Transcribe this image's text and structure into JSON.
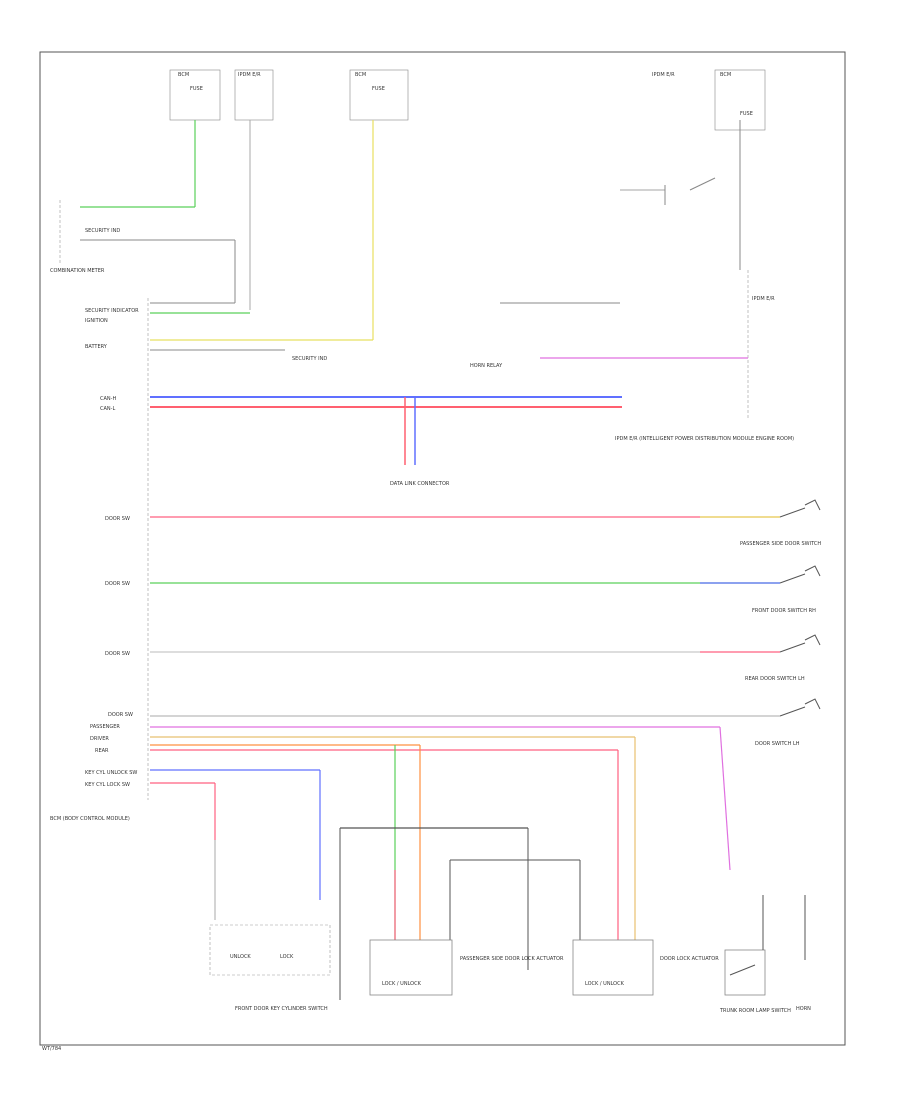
{
  "diagram": {
    "footer_code": "WT/784",
    "fuse_blocks": [
      {
        "top": "BCM",
        "sub": "FUSE"
      },
      {
        "top": "IPDM E/R",
        "sub": ""
      },
      {
        "top": "BCM",
        "sub": "FUSE"
      },
      {
        "top": "IPDM E/R",
        "sub": ""
      },
      {
        "top": "BCM",
        "sub": "FUSE"
      }
    ],
    "ecu": {
      "label": "BCM (BODY CONTROL MODULE)",
      "pins": [
        "SECURITY INDICATOR",
        "IGNITION",
        "BATTERY",
        "CAN-H",
        "CAN-L",
        "DOOR SW",
        "DOOR SW",
        "DOOR SW",
        "DOOR SW",
        "PASSENGER",
        "DRIVER",
        "REAR",
        "KEY CYL UNLOCK SW",
        "KEY CYL LOCK SW"
      ]
    },
    "connectors": {
      "security": "SECURITY IND",
      "combination_meter": "COMBINATION METER",
      "data_link": "DATA LINK CONNECTOR",
      "ipdm": "IPDM E/R",
      "ipdm_full": "IPDM E/R (INTELLIGENT POWER DISTRIBUTION MODULE ENGINE ROOM)",
      "horn_relay": "HORN RELAY",
      "horn": "HORN"
    },
    "switches": [
      "PASSENGER SIDE DOOR SWITCH",
      "FRONT DOOR SWITCH RH",
      "REAR DOOR SWITCH LH",
      "DOOR SWITCH LH"
    ],
    "bottom": {
      "key_cylinder": "FRONT DOOR KEY CYLINDER SWITCH",
      "unlock": "UNLOCK",
      "lock": "LOCK",
      "pass_actuator": "PASSENGER SIDE DOOR LOCK ACTUATOR",
      "driver_actuator": "DOOR LOCK ACTUATOR",
      "door_lock_unlock": "LOCK / UNLOCK",
      "trunk": "TRUNK ROOM LAMP SWITCH",
      "horn_lbl": "HORN"
    }
  }
}
